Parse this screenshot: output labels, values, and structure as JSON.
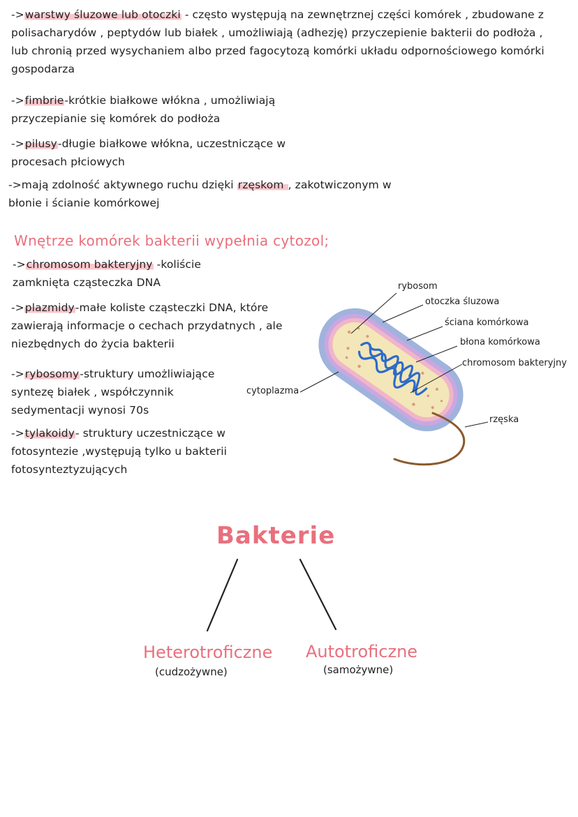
{
  "paragraphs": [
    {
      "term": "warstwy śluzowe lub otoczki",
      "prefix": "->",
      "rest": " - często występują na zewnętrznej części komórek , zbudowane z polisacharydów , peptydów lub białek , umożliwiają (adhezję) przyczepienie bakterii do podłoża , lub chronią przed wysychaniem albo przed fagocytozą komórki układu odpornościowego komórki gospodarza"
    },
    {
      "term": "fimbrie",
      "prefix": "->",
      "rest": "-krótkie białkowe włókna , umożliwiają przyczepianie się komórek do podłoża"
    },
    {
      "term": "pilusy",
      "prefix": "->",
      "rest": "-długie białkowe włókna, uczestniczące w procesach płciowych"
    }
  ],
  "motility": {
    "before": "->mają zdolność aktywnego ruchu dzięki ",
    "term": "rzęskom ",
    "after": ", zakotwiczonym w błonie i ścianie komórkowej"
  },
  "section_heading": "Wnętrze komórek bakterii wypełnia cytozol;",
  "inner_items": [
    {
      "prefix": "->",
      "term": "chromosom bakteryjny",
      "rest": " -koliście zamknięta cząsteczka DNA"
    },
    {
      "prefix": "->",
      "term": "plazmidy",
      "rest": "-małe koliste cząsteczki DNA, które zawierają informacje o cechach przydatnych , ale niezbędnych do życia bakterii"
    },
    {
      "prefix": "->",
      "term": "rybosomy",
      "rest": "-struktury umożliwiające syntezę białek , współczynnik sedymentacji wynosi 70s"
    },
    {
      "prefix": "->",
      "term": "tylakoidy",
      "rest": "- struktury uczestniczące w fotosyntezie ,występują tylko u bakterii fotosynteztyzujących"
    }
  ],
  "diagram_labels": {
    "rybosom": "rybosom",
    "otoczka": "otoczka śluzowa",
    "sciana": "ściana komórkowa",
    "blona": "błona komórkowa",
    "chromosom": "chromosom bakteryjny",
    "cytoplazma": "cytoplazma",
    "rzeska": "rzęska"
  },
  "classification": {
    "title": "Bakterie",
    "left": "Heterotroficzne",
    "left_sub": "(cudzożywne)",
    "right": "Autotroficzne",
    "right_sub": "(samożywne)"
  },
  "colors": {
    "accent": "#e8707d",
    "highlight": "#f9c6cc"
  }
}
